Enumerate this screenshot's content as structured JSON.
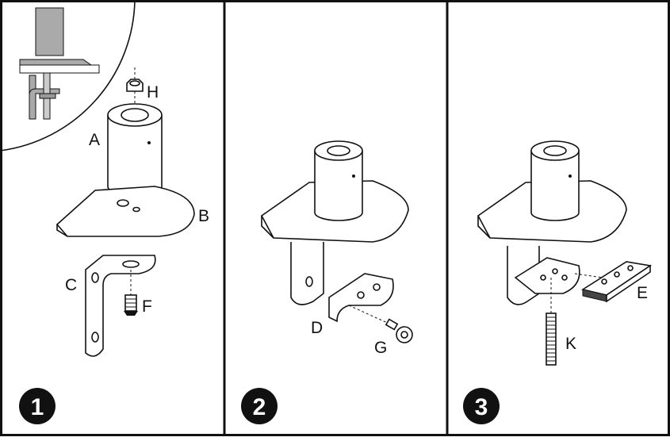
{
  "steps": [
    {
      "number": "1",
      "labels": {
        "H": "H",
        "A": "A",
        "B": "B",
        "C": "C",
        "F": "F"
      }
    },
    {
      "number": "2",
      "labels": {
        "D": "D",
        "G": "G"
      }
    },
    {
      "number": "3",
      "labels": {
        "E": "E",
        "K": "K"
      }
    }
  ]
}
